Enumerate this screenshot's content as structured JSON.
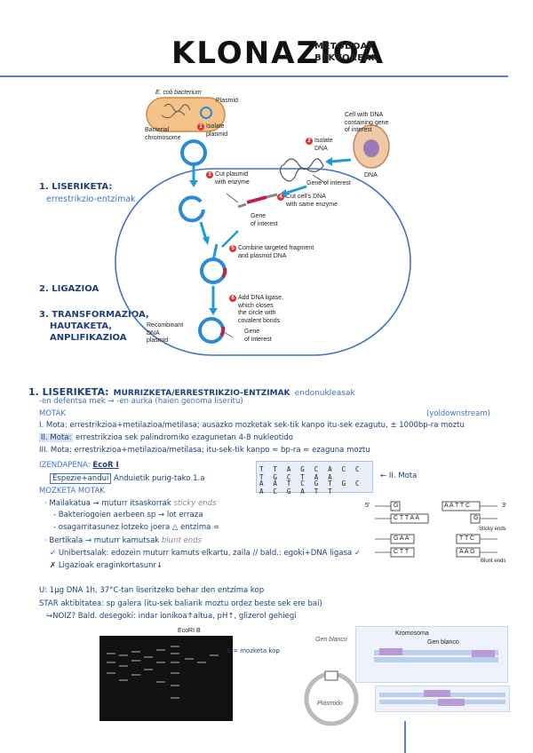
{
  "header": {
    "title": "KLONAZIOA",
    "subtitle_1": "METODOAK",
    "subtitle_2": "BEKTOREAK"
  },
  "sidebar": {
    "item1_title": "1. LISERIKETA:",
    "item1_sub": "errestrikzio-entzimak",
    "item2_title": "2. LIGAZIOA",
    "item3_line1": "3. TRANSFORMAZIOA,",
    "item3_line2": "HAUTAKETA,",
    "item3_line3": "ANPLIFIKAZIOA"
  },
  "diagram": {
    "ecoli": "E. coli bacterium",
    "plasmid": "Plasmid",
    "bacterial_chromosome_1": "Bacterial",
    "bacterial_chromosome_2": "chromosome",
    "step1_1": "Isolate",
    "step1_2": "plasmid",
    "cell_1": "Cell with DNA",
    "cell_2": "containing gene",
    "cell_3": "of interest",
    "step2_1": "Isolate",
    "step2_2": "DNA",
    "dna": "DNA",
    "gene_of_interest": "Gene of interest",
    "step3_1": "Cut plasmid",
    "step3_2": "with enzyme",
    "step4_1": "Cut cell's DNA",
    "step4_2": "with same enzyme",
    "gene_1": "Gene",
    "gene_2": "of interest",
    "step5_1": "Combine targeted fragment",
    "step5_2": "and plasmid DNA",
    "step6_1": "Add DNA ligase,",
    "step6_2": "which closes",
    "step6_3": "the circle with",
    "step6_4": "covalent bonds",
    "recomb_1": "Recombinant",
    "recomb_2": "DNA",
    "recomb_3": "plasmid",
    "gene2_1": "Gene",
    "gene2_2": "of interest",
    "step_numbers": [
      "1",
      "2",
      "3",
      "4",
      "5",
      "6"
    ]
  },
  "notes": {
    "section_title": "1. LISERIKETA:",
    "section_title_2": "MURRIZKETA/ERRESTRIKZIO-ENTZIMAK",
    "section_title_3": "endonukleasak",
    "line_defense": "-en defentsa mek → -en aurka (haien genoma liseritu)",
    "motak": "MOTAK",
    "yoldom": "(yoldownstream)",
    "mota1": "I. Mota: errestrikzioa+metilazioa/metilasa; ausazko mozketak sek-tik kanpo itu-sek ezagutu, ± 1000bp-ra moztu",
    "mota2_label": "II. Mota:",
    "mota2": "errestrikzioa sek palindromiko ezagunetan 4-8 nukleotido",
    "mota3": "III. Mota: errestrikzioa+metilazioa/metilasa; itu-sek-tik kanpo ≈ bp-ra ≈ ezaguna moztu",
    "izendapena": "IZENDAPENA:",
    "ecor": "EcoR I",
    "espezie": "Espezie+andui",
    "andui": "Anduietik purig-tako 1.a",
    "mozketa_motak": "MOZKETA MOTAK",
    "mailakatua": "· Mailakatua → muturr itsaskorrak",
    "sticky": "sticky ends",
    "bakt": "- Bakteriogoien aerbeen sp → lot erraza",
    "osagar": "- osagarritasunez lotzeko joera △ entzima =",
    "bertikala": "· Bertikala → muturr kamutsak",
    "blunt": "blunt ends",
    "unib": "✓ Unibertsalak: edozein muturr kamuts elkartu, zaila // bald.: egoki+DNA ligasa ✓",
    "ligaz": "✗ Ligazioak eraginkortasunr↓",
    "u_line": "U: 1μg DNA 1h, 37°C-tan liseritzeko behar den entzima kop",
    "star": "STAR aktibitatea: sp galera (itu-sek baliarik moztu ordez beste sek ere bai)",
    "noiz": "↪NOIZ? Bald. desegoki: indar ionikoa↑altua, pH↑, glizerol gehiegi",
    "mota2_arrow": "← II. Mota",
    "dna_top": "T T A G C A C C T G C T A A",
    "dna_bottom": "A A T C G T G C A C G A T T",
    "ecori_label": "EcoRI",
    "mozketa_kop": "L = mozketa kop",
    "gel_label": "EcoRI B"
  },
  "sticky_diagram": {
    "sticky_ends": "Sticky ends",
    "blunt_ends": "Blunt ends",
    "seq_g": "G",
    "seq_aattc": "A A T T C",
    "seq_cttaa": "C T T A A",
    "seq_g2": "G",
    "seq_gaa": "G A A",
    "seq_ttc": "T T C",
    "seq_ctt": "C T T",
    "seq_aag": "A A G",
    "five": "5'",
    "three": "3'"
  },
  "plasmid_figure": {
    "gen_blanco": "Gen blanco",
    "plasmido": "Plásmido",
    "kromosoma": "Kromosoma",
    "gen_blanco_2": "Gen blanco"
  },
  "colors": {
    "accent_blue": "#5b82c9",
    "dark_blue": "#1f3f7a",
    "light_blue": "#3f74c6",
    "highlight": "#d6e3f7",
    "step_red": "#d33"
  }
}
